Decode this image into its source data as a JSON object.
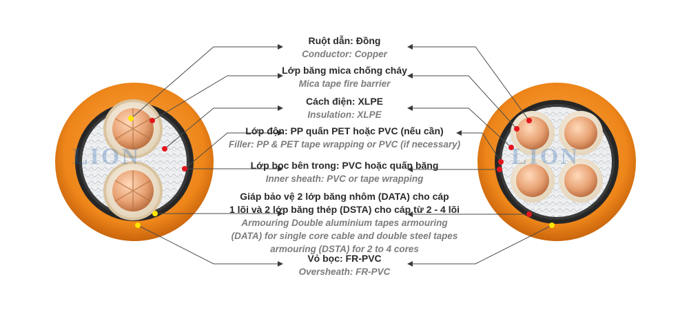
{
  "brand": {
    "watermark_text": "LION",
    "watermark_color": "#1f5fa8"
  },
  "colors": {
    "sheath": "#f08a1c",
    "copper": "#e8a273",
    "insulation": "#f2e6d2",
    "armour": "#2b2b2b",
    "leader_line": "#4a4a4a",
    "dot_red": "#e3161d",
    "dot_yellow": "#ffe600"
  },
  "cables": [
    {
      "name": "two-core",
      "cores": 2
    },
    {
      "name": "four-core",
      "cores": 4
    }
  ],
  "labels": [
    {
      "vi": "Ruột dẫn: Đồng",
      "en": "Conductor: Copper"
    },
    {
      "vi": "Lớp băng mica chống cháy",
      "en": "Mica tape fire barrier"
    },
    {
      "vi": "Cách điện: XLPE",
      "en": "Insulation: XLPE"
    },
    {
      "vi": "Lớp độn: PP quấn PET hoặc PVC (nếu cần)",
      "en": "Filler: PP & PET tape wrapping or PVC (if necessary)"
    },
    {
      "vi": "Lớp bọc bên trong: PVC hoặc quấn băng",
      "en": "Inner sheath: PVC or tape wrapping"
    },
    {
      "vi_lines": [
        "Giáp bảo vệ 2 lớp băng nhôm (DATA) cho cáp",
        "1 lõi và 2 lớp băng thép (DSTA) cho cáp từ 2 - 4 lõi"
      ],
      "en_lines": [
        "Armouring Double aluminium tapes armouring",
        "(DATA) for single core cable and double steel tapes",
        "armouring (DSTA) for 2 to 4 cores"
      ]
    },
    {
      "vi": "Vỏ bọc: FR-PVC",
      "en": "Oversheath: FR-PVC"
    }
  ]
}
